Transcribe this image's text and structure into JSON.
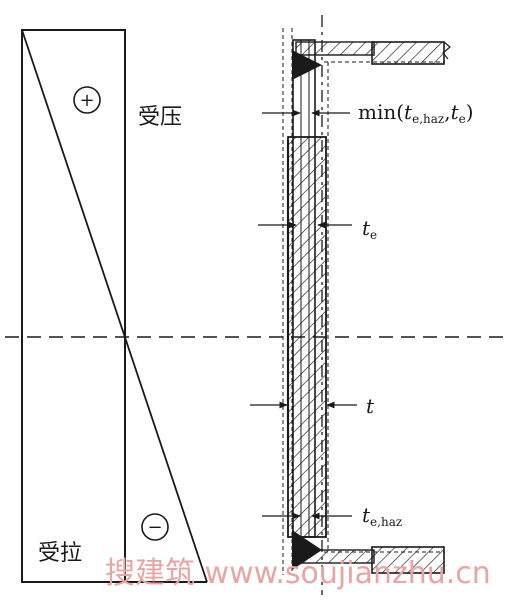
{
  "labels": {
    "compression": "受压",
    "tension": "受拉",
    "plus_sign": "+",
    "minus_sign": "−",
    "min_label": {
      "func": "min(",
      "t1": "t",
      "t1_sub": "e,haz",
      "sep": ",",
      "t2": "t",
      "t2_sub": "e",
      "close": ")"
    },
    "te_label": {
      "t": "t",
      "sub": "e"
    },
    "t_label": "t",
    "tehaz_label": {
      "t": "t",
      "sub": "e,haz"
    }
  },
  "watermark": "搜建筑 www.soujianzhu.cn",
  "colors": {
    "line": "#1a1a1a",
    "watermark": "#e7a5a3"
  }
}
